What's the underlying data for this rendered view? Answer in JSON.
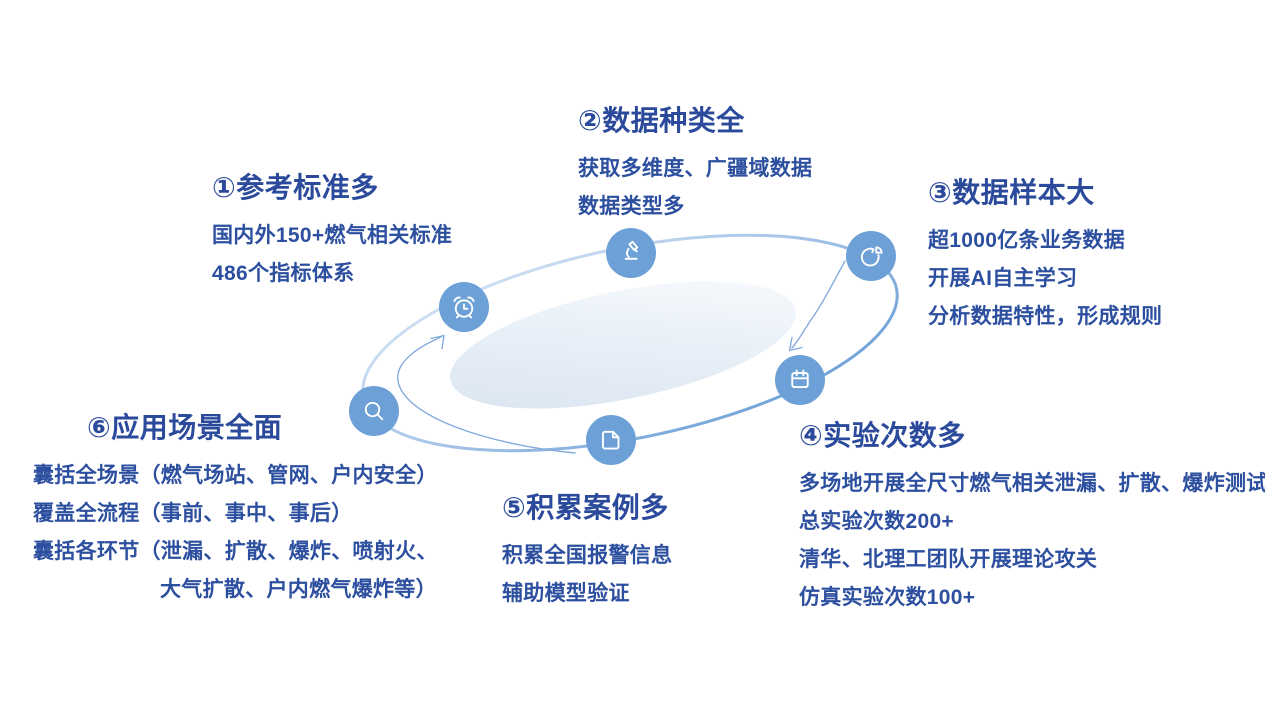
{
  "slide": {
    "background": "#FFFFFF",
    "palette": {
      "title_color": "#2B4A9B",
      "body_color": "#2D4F9F",
      "badge_color": "#6CA0D6",
      "ring_gradient_light": "#DCE8F6",
      "ring_gradient_dark": "#5F97D2",
      "inner_fill_from": "#D8E3F0",
      "inner_fill_to": "#FBFDFE",
      "arrow_color": "#83ACDD"
    }
  },
  "sections": [
    {
      "title": "①参考标准多",
      "lines": [
        "国内外150+燃气相关标准",
        "486个指标体系"
      ]
    },
    {
      "title": "②数据种类全",
      "lines": [
        "获取多维度、广疆域数据",
        "数据类型多"
      ]
    },
    {
      "title": "③数据样本大",
      "lines": [
        "超1000亿条业务数据",
        "开展AI自主学习",
        "分析数据特性，形成规则"
      ]
    },
    {
      "title": "④实验次数多",
      "lines": [
        "多场地开展全尺寸燃气相关泄漏、扩散、爆炸测试",
        "总实验次数200+",
        "清华、北理工团队开展理论攻关",
        "仿真实验次数100+"
      ]
    },
    {
      "title": "⑤积累案例多",
      "lines": [
        "积累全国报警信息",
        "辅助模型验证"
      ]
    },
    {
      "title": "⑥应用场景全面",
      "lines": [
        "囊括全场景（燃气场站、管网、户内安全）",
        "覆盖全流程（事前、事中、事后）",
        "囊括各环节（泄漏、扩散、爆炸、喷射火、",
        "大气扩散、户内燃气爆炸等）"
      ]
    }
  ],
  "cycle": {
    "icons": [
      {
        "name": "alarm-clock-icon"
      },
      {
        "name": "microscope-icon"
      },
      {
        "name": "pie-chart-icon"
      },
      {
        "name": "calendar-icon"
      },
      {
        "name": "document-icon"
      },
      {
        "name": "search-icon"
      }
    ]
  }
}
